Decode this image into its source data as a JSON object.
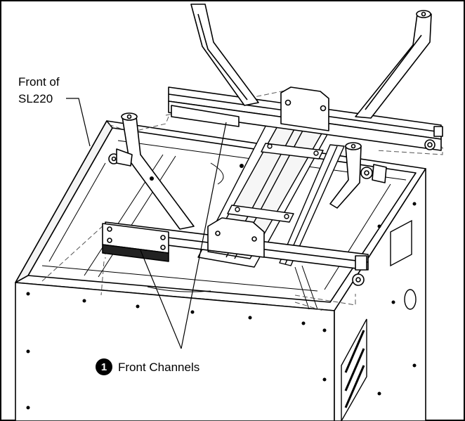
{
  "labels": {
    "front_of_line1": "Front of",
    "front_of_line2": "SL220",
    "front_channels": "Front Channels"
  },
  "callout": {
    "number": "1"
  },
  "colors": {
    "line": "#000000",
    "fill": "#ffffff",
    "hidden": "#555555"
  }
}
